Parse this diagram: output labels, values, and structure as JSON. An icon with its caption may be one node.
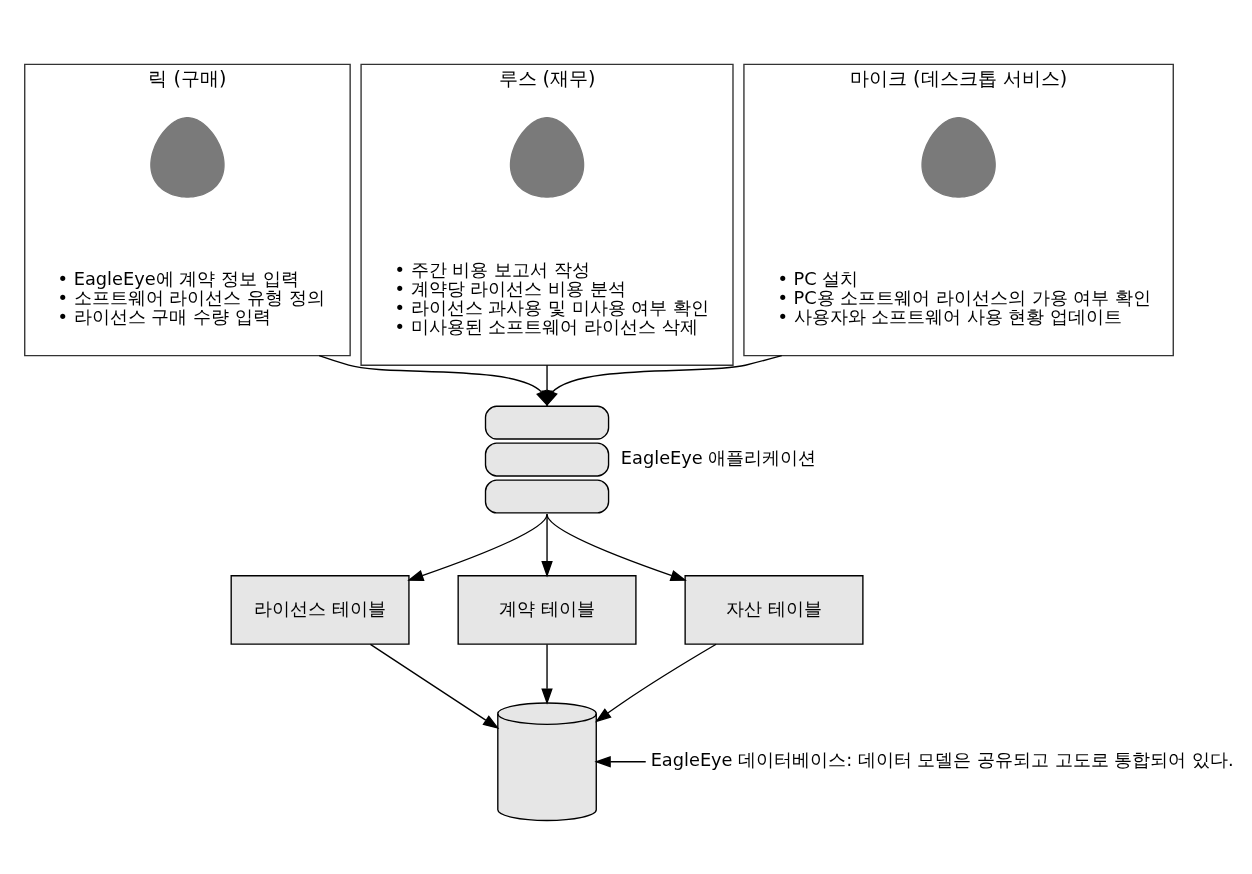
{
  "diagram": {
    "nodes": [
      {
        "text": [
          "릭 (구매)",
          "• EagleEye에 계약 정보 입력",
          "• 소프트웨어 라이선스 유형 정의",
          "• 라이선스 구매 수량 입력"
        ]
      },
      {
        "text": [],
        "shape": "person",
        "in": 0
      },
      {
        "text": [
          "루스 (재무)",
          "• 주간 비용 보고서 작성",
          "• 계약당 라이선스 비용 분석",
          "• 라이선스 과사용 및 미사용 여부 확인",
          "• 미사용된 소프트웨어 라이선스 삭제"
        ]
      },
      {
        "text": [],
        "shape": "person",
        "in": 2
      },
      {
        "text": [
          "마이크 (데스크톱 서비스)",
          "• PC 설치",
          "• PC용 소프트웨어 라이선스의 가용 여부 확인",
          "• 사용자와 소프트웨어 사용 현황 업데이트"
        ]
      },
      {
        "text": [],
        "shape": "person",
        "in": 4
      },
      {
        "text": [],
        "shape": "server",
        "beside": [
          "EagleEye 애플리케이션"
        ]
      },
      {
        "text": [
          "라이선스 테이블"
        ]
      },
      {
        "text": [
          "계약 테이블"
        ]
      },
      {
        "text": [
          "자산 테이블"
        ]
      },
      {
        "text": [],
        "shape": "cylinder"
      },
      {
        "text": [
          "EagleEye 데이터베이스: 데이터 모델은 공유되고 고도로 통합되어 있다."
        ]
      }
    ],
    "edges": [
      {
        "from": 0,
        "to": 6,
        "arrow": "to"
      },
      {
        "from": 2,
        "to": 6,
        "arrow": "to"
      },
      {
        "from": 4,
        "to": 6,
        "arrow": "to"
      },
      {
        "from": 6,
        "to": 7,
        "arrow": "to"
      },
      {
        "from": 6,
        "to": 8,
        "arrow": "to"
      },
      {
        "from": 6,
        "to": 9,
        "arrow": "to"
      },
      {
        "from": 7,
        "to": 10,
        "arrow": "to"
      },
      {
        "from": 8,
        "to": 10,
        "arrow": "to"
      },
      {
        "from": 9,
        "to": 10,
        "arrow": "to"
      },
      {
        "from": 11,
        "to": 10,
        "arrow": "to"
      }
    ]
  }
}
